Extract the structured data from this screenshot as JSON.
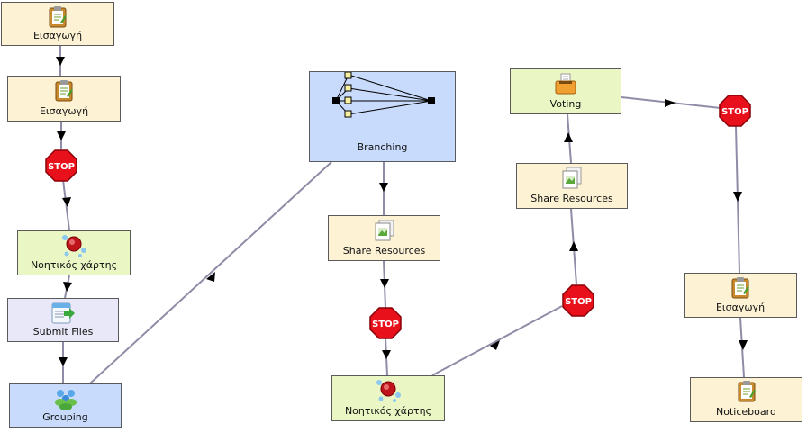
{
  "nodes": {
    "eisagogi_1": "Εισαγωγή",
    "eisagogi_2": "Εισαγωγή",
    "noitikos_1": "Νοητικός χάρτης",
    "submit_files": "Submit Files",
    "grouping": "Grouping",
    "branching": "Branching",
    "share_1": "Share Resources",
    "noitikos_2": "Νοητικός χάρτης",
    "share_2": "Share Resources",
    "voting": "Voting",
    "eisagogi_3": "Εισαγωγή",
    "noticeboard": "Noticeboard"
  },
  "stop_label": "STOP",
  "colors": {
    "yellow": "#fdf2d4",
    "green": "#eaf6c4",
    "blue": "#c9dbfc",
    "lavender": "#e9e8f8",
    "stop_red": "#e8101a",
    "edge": "#8e8ca6"
  },
  "icons": [
    "clipboard-icon",
    "stop-sign-icon",
    "mind-map-icon",
    "submit-files-icon",
    "grouping-icon",
    "branching-icon",
    "share-resources-icon",
    "voting-icon"
  ]
}
